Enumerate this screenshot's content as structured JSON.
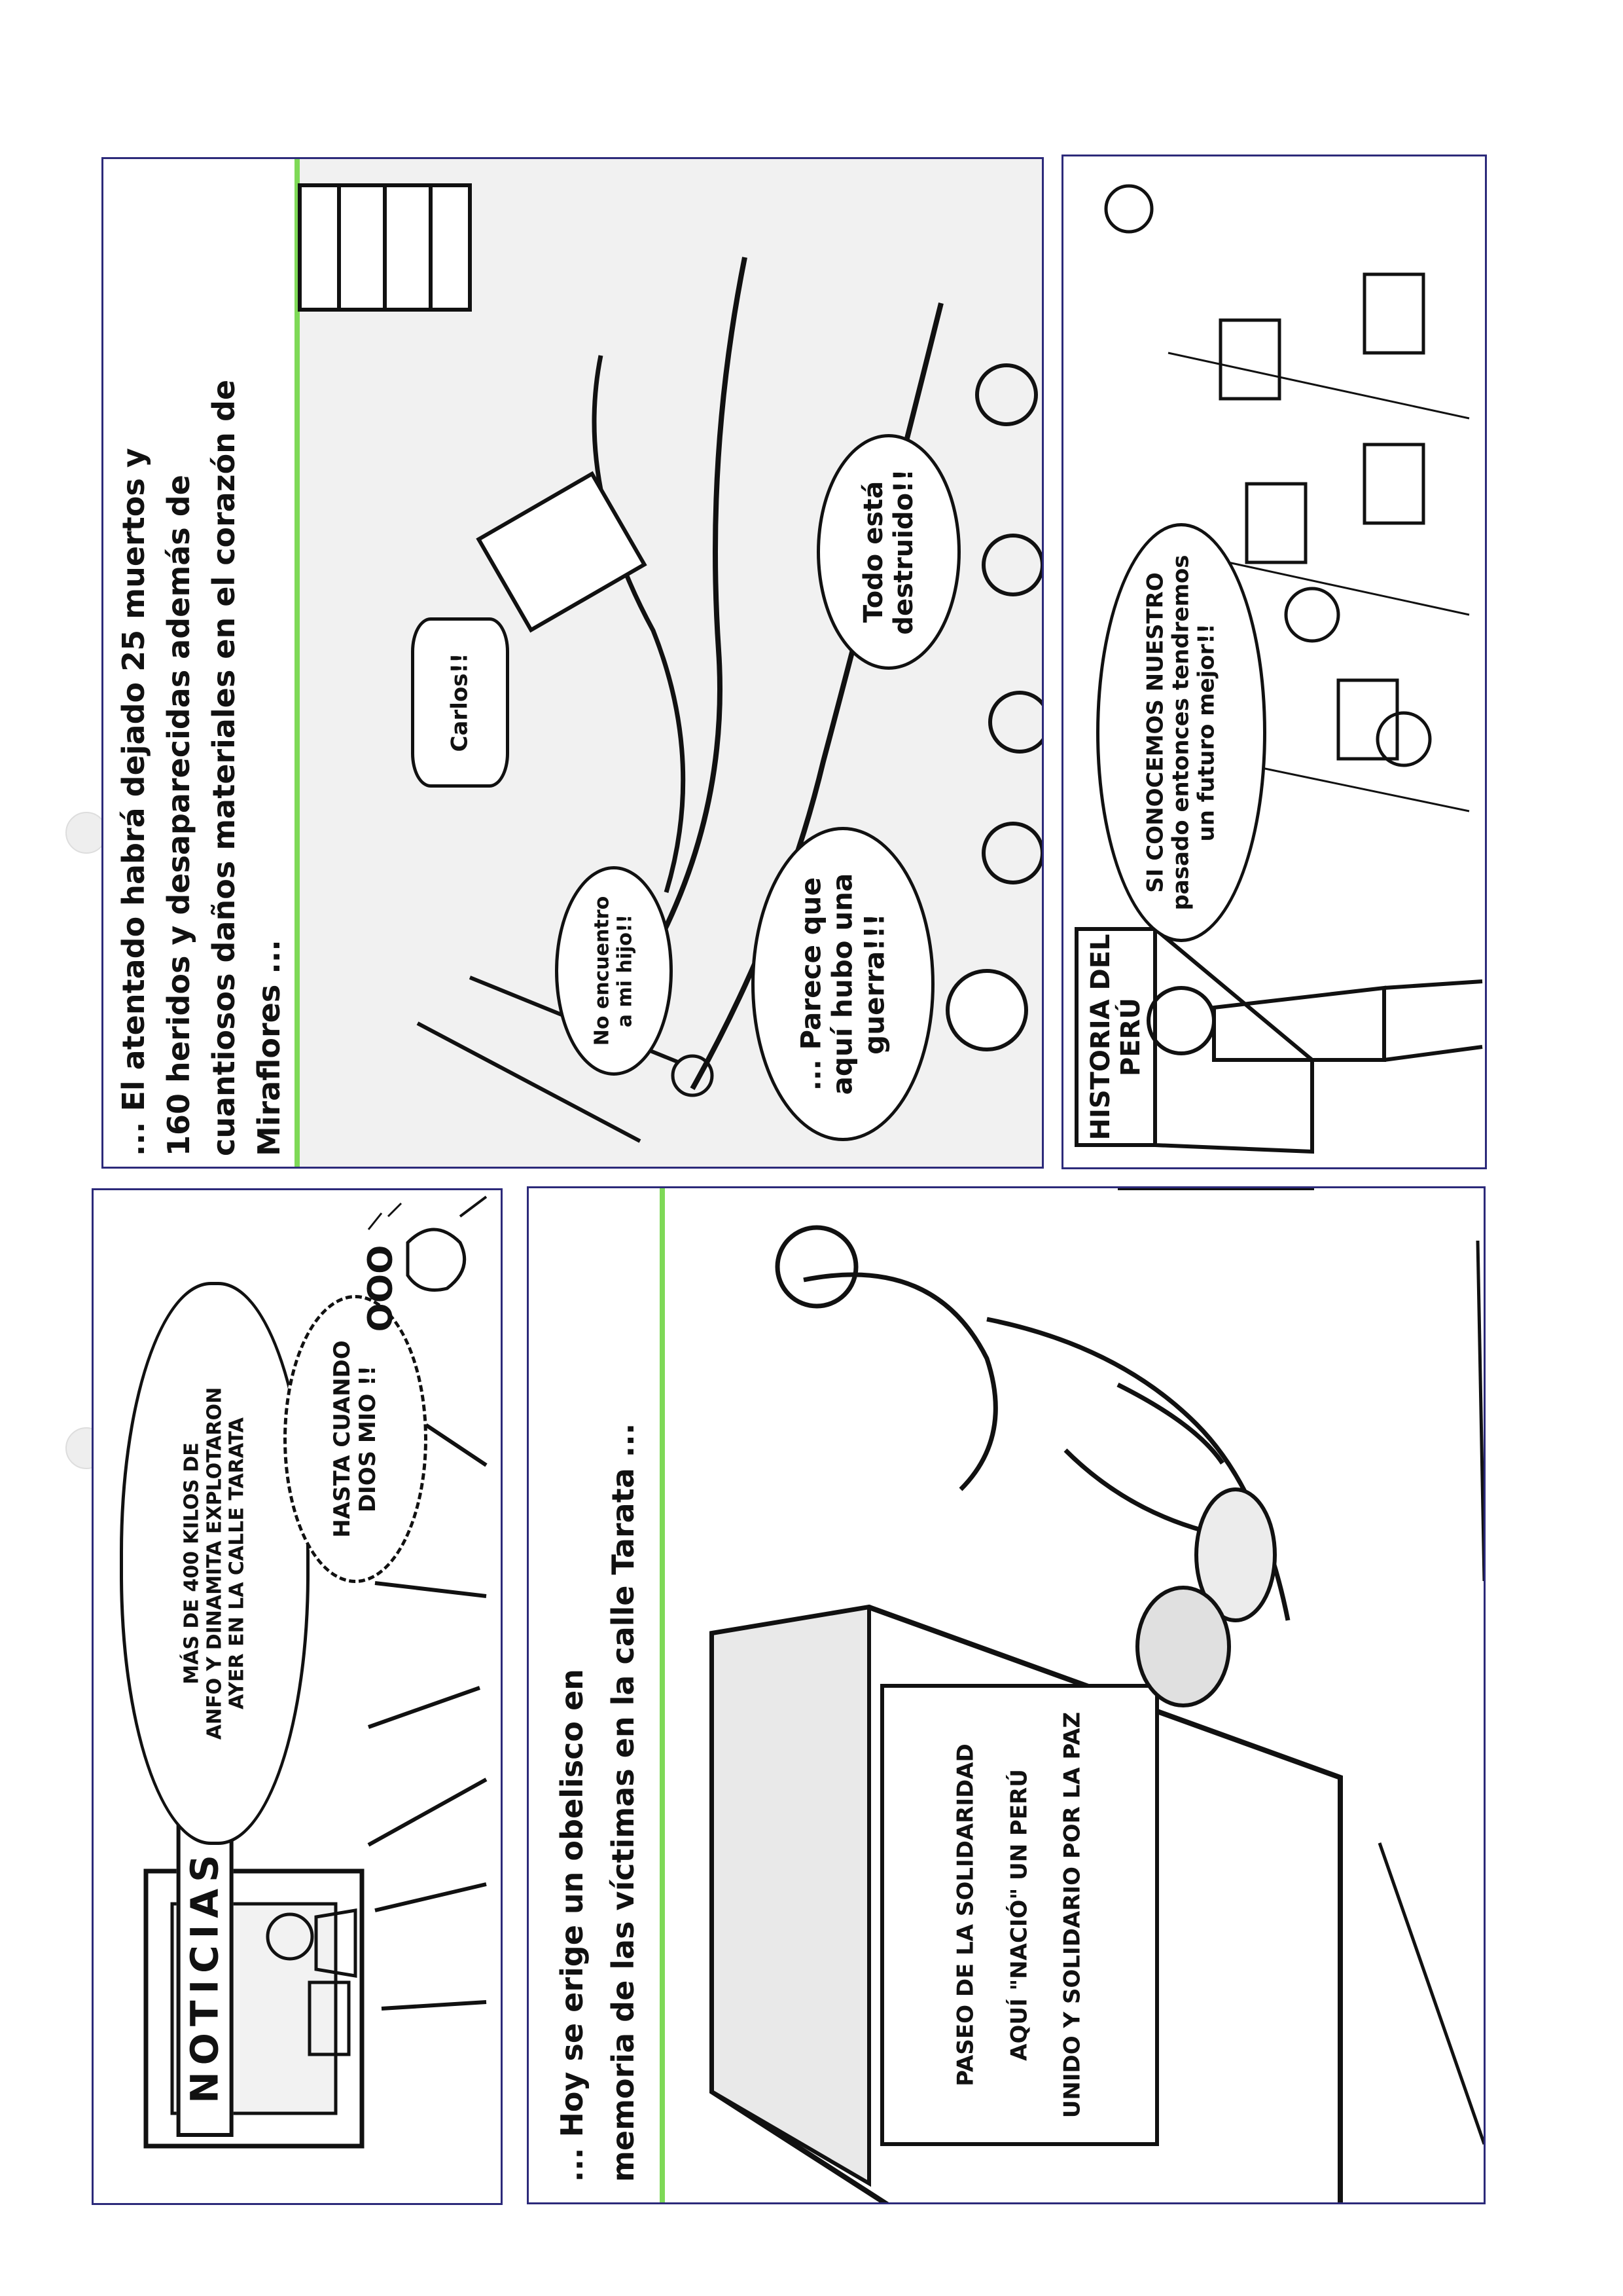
{
  "panels": {
    "news": {
      "tv_label": "NOTICIAS",
      "bubble_tv": "MÁS DE 400 KILOS DE\nANFO Y DINAMITA EXPLOTARON\nAYER EN LA CALLE TARATA",
      "bubble_person": "HASTA CUANDO\nDIOS MIO !!",
      "sound": "OOO"
    },
    "attack": {
      "caption": "... El atentado habrá dejado 25 muertos y\n160 heridos y desaparecidas además de\ncuantiosos daños materiales en el corazón de\nMiraflores ...",
      "bubble_car": "Carlos!!",
      "bubble_child": "No encuentro\na mi hijo!!",
      "bubble_war": "... Parece que\naquí hubo una\nguerra!!!",
      "bubble_destroyed": "Todo está\ndestruido!!"
    },
    "obelisk": {
      "caption": "... Hoy se erige un obelisco en\nmemoria de las víctimas en la calle Tarata ...",
      "plaque": "PASEO DE LA SOLIDARIDAD\nAQUÍ \"NACIÓ\" UN PERÚ\nUNIDO Y SOLIDARIO POR LA PAZ"
    },
    "school": {
      "board": "HISTORIA DEL PERÚ",
      "bubble_teacher": "SI CONOCEMOS NUESTRO\npasado entonces tendremos\nun futuro mejor!!"
    }
  }
}
